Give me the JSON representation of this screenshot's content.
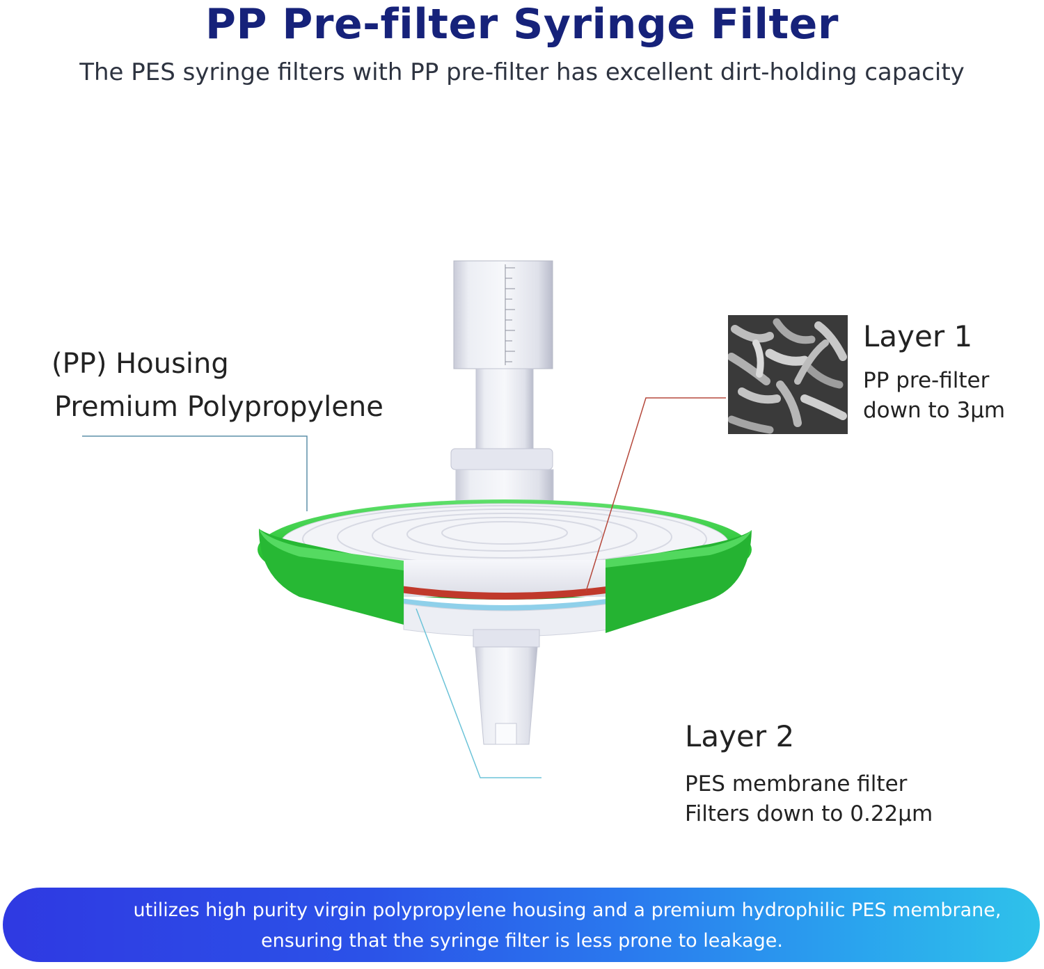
{
  "header": {
    "title": "PP Pre-filter Syringe Filter",
    "subtitle": "The PES syringe filters with PP pre-filter has excellent dirt-holding capacity"
  },
  "callouts": {
    "housing": {
      "line1": "(PP) Housing",
      "line2": "Premium Polypropylene"
    },
    "layer1": {
      "title": "Layer 1",
      "line1": "PP pre-filter",
      "line2": "down to 3μm"
    },
    "layer2": {
      "title": "Layer 2",
      "line1": "PES membrane filter",
      "line2": "Filters down to 0.22μm"
    }
  },
  "banner": {
    "line1": "utilizes high purity virgin polypropylene housing and a premium hydrophilic PES membrane,",
    "line2": "ensuring that the syringe filter is less prone to leakage."
  },
  "colors": {
    "title": "#16227a",
    "housing_green": "#2ecc40",
    "prefilter_layer": "#c0392b",
    "membrane_layer": "#7ec8e3",
    "banner_start": "#2f39e2",
    "banner_end": "#2fc2ea"
  },
  "icons": {
    "micrograph": "sem-micrograph-image",
    "product": "syringe-filter-cutaway-illustration"
  }
}
